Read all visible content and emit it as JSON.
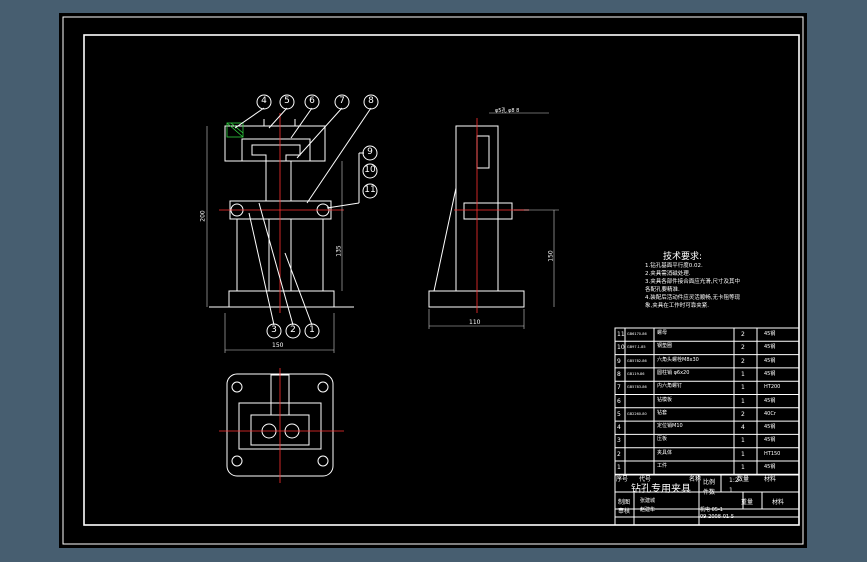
{
  "colors": {
    "background": "#475e70",
    "paper": "#000000",
    "line": "#ffffff",
    "center_line": "#ff3030",
    "hatch": "#30d040"
  },
  "balloons": [
    "4",
    "5",
    "6",
    "7",
    "8",
    "9",
    "10",
    "11",
    "3",
    "2",
    "1"
  ],
  "dimensions": {
    "front_height": "200",
    "front_inner": "135",
    "front_width": "150",
    "side_width": "110",
    "side_height": "150",
    "side_top_note": "φ5孔 φ8 8"
  },
  "tech_requirements": {
    "title": "技术要求:",
    "lines": [
      "1.钻孔基面平行度0.02.",
      "2.夹具需消磁处理.",
      "3.夹具各部件接合面应光滑,尺寸及其中",
      "  各配孔要精准.",
      "4.装配后活动件应灵活顺畅,无卡阻等现",
      "  象,夹具在工作时可靠夹紧."
    ]
  },
  "bom_rows": [
    {
      "no": "11",
      "code": "GB6170-86",
      "name": "螺母",
      "qty": "2",
      "mat": "45钢"
    },
    {
      "no": "10",
      "code": "GB97.1-85",
      "name": "钢垫圈",
      "qty": "2",
      "mat": "45钢"
    },
    {
      "no": "9",
      "code": "GB5782-86",
      "name": "六角头螺栓M8x30",
      "qty": "2",
      "mat": "45钢"
    },
    {
      "no": "8",
      "code": "GB119-86",
      "name": "圆柱销 φ6x20",
      "qty": "1",
      "mat": "45钢"
    },
    {
      "no": "7",
      "code": "GB5783-86",
      "name": "内六角螺钉",
      "qty": "1",
      "mat": "HT200"
    },
    {
      "no": "6",
      "code": "",
      "name": "钻模板",
      "qty": "1",
      "mat": "45钢"
    },
    {
      "no": "5",
      "code": "GB2260-80",
      "name": "钻套",
      "qty": "2",
      "mat": "40Cr"
    },
    {
      "no": "4",
      "code": "",
      "name": "定位销M10",
      "qty": "4",
      "mat": "45钢"
    },
    {
      "no": "3",
      "code": "",
      "name": "压板",
      "qty": "1",
      "mat": "45钢"
    },
    {
      "no": "2",
      "code": "",
      "name": "夹具体",
      "qty": "1",
      "mat": "HT150"
    },
    {
      "no": "1",
      "code": "",
      "name": "工件",
      "qty": "1",
      "mat": "45钢"
    }
  ],
  "bom_header": {
    "no": "序号",
    "code": "代号",
    "name": "名称",
    "qty": "数量",
    "mat": "材料"
  },
  "title_block": {
    "title": "钻孔专用夹具",
    "scale_label": "比例",
    "scale_value": "1:2",
    "count_label": "件数",
    "count_value": "1",
    "made_label": "制图",
    "made_value": "张建城",
    "check_label": "审核",
    "check_value": "赵建华",
    "weight_label": "重量",
    "material_label": "材料",
    "school": "机电 05-1",
    "drawing_no": "09-2008-01-5"
  }
}
